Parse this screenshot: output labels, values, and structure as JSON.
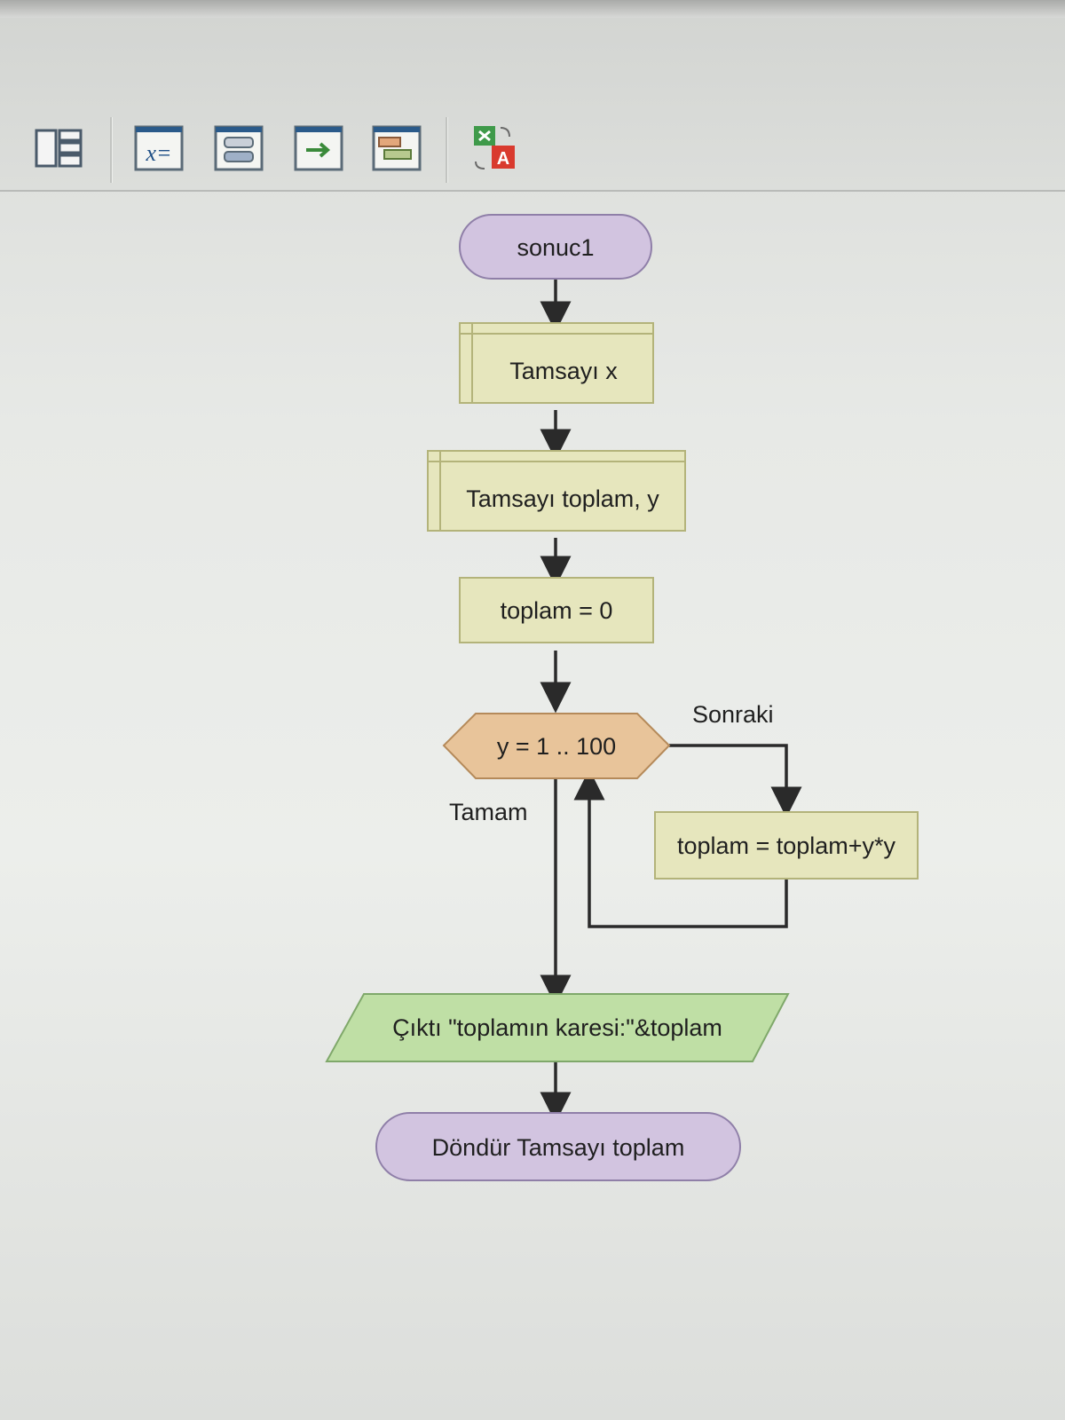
{
  "toolbar": {
    "buttons": [
      {
        "icon": "declare-icon"
      },
      {
        "icon": "assign-icon",
        "label": "x="
      },
      {
        "icon": "call-icon"
      },
      {
        "icon": "input-icon"
      },
      {
        "icon": "output-icon"
      },
      {
        "icon": "translate-icon",
        "label": "A"
      }
    ]
  },
  "flowchart": {
    "start": {
      "text": "sonuc1"
    },
    "declare_x": {
      "text": "Tamsayı x"
    },
    "declare_toplam_y": {
      "text": "Tamsayı toplam, y"
    },
    "assign_init": {
      "text": "toplam = 0"
    },
    "loop": {
      "text": "y = 1 .. 100",
      "next_label": "Sonraki",
      "done_label": "Tamam"
    },
    "assign_body": {
      "text": "toplam = toplam+y*y"
    },
    "output": {
      "text": "Çıktı \"toplamın karesi:\"&toplam"
    },
    "end": {
      "text": "Döndür Tamsayı toplam"
    }
  },
  "colors": {
    "terminal_fill": "#d2c4e0",
    "block_fill": "#e6e6bd",
    "loop_fill": "#e8c49a",
    "output_fill": "#bfdfa5",
    "line": "#2a2a2a"
  }
}
